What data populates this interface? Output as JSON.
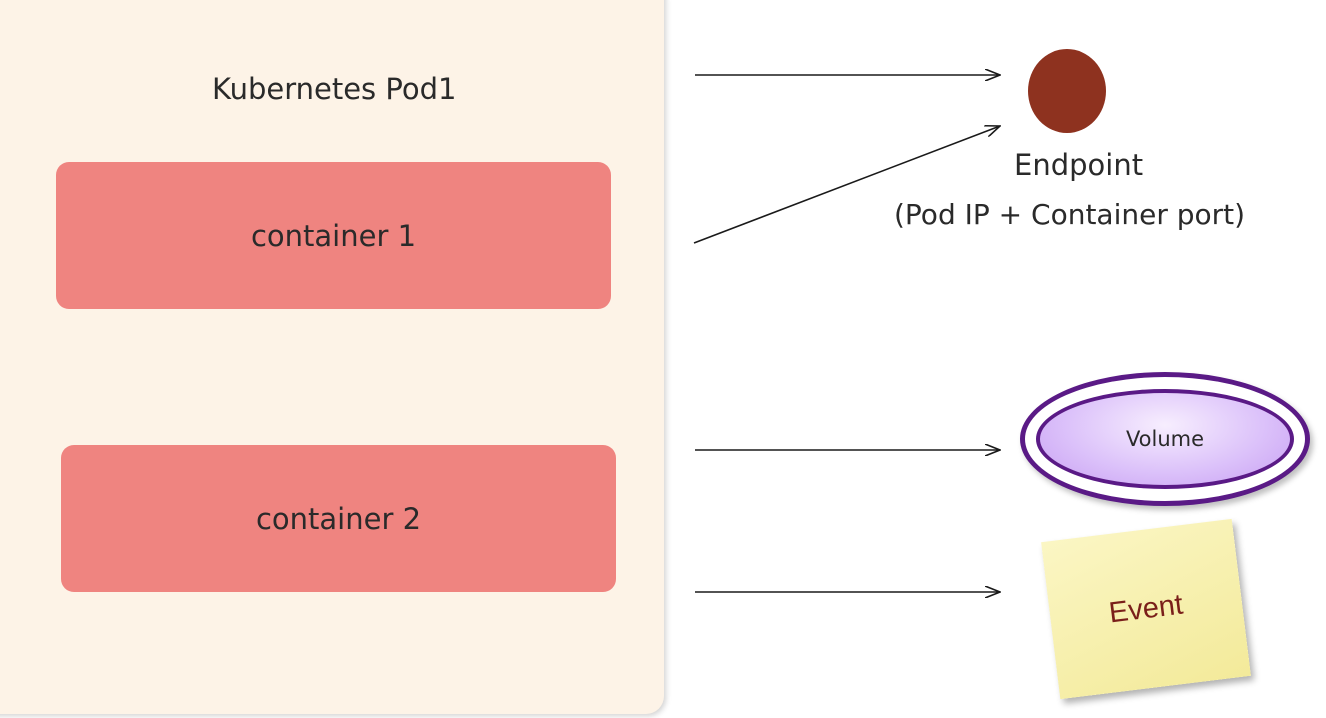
{
  "pod": {
    "title": "Kubernetes Pod1"
  },
  "containers": [
    "container 1",
    "container 2"
  ],
  "endpoint": {
    "label": "Endpoint",
    "sublabel": "(Pod IP + Container port)",
    "color": "#8e321f"
  },
  "volume": {
    "label": "Volume",
    "border_color": "#5a1a86"
  },
  "event": {
    "label": "Event",
    "text_color": "#7a1f1a"
  }
}
